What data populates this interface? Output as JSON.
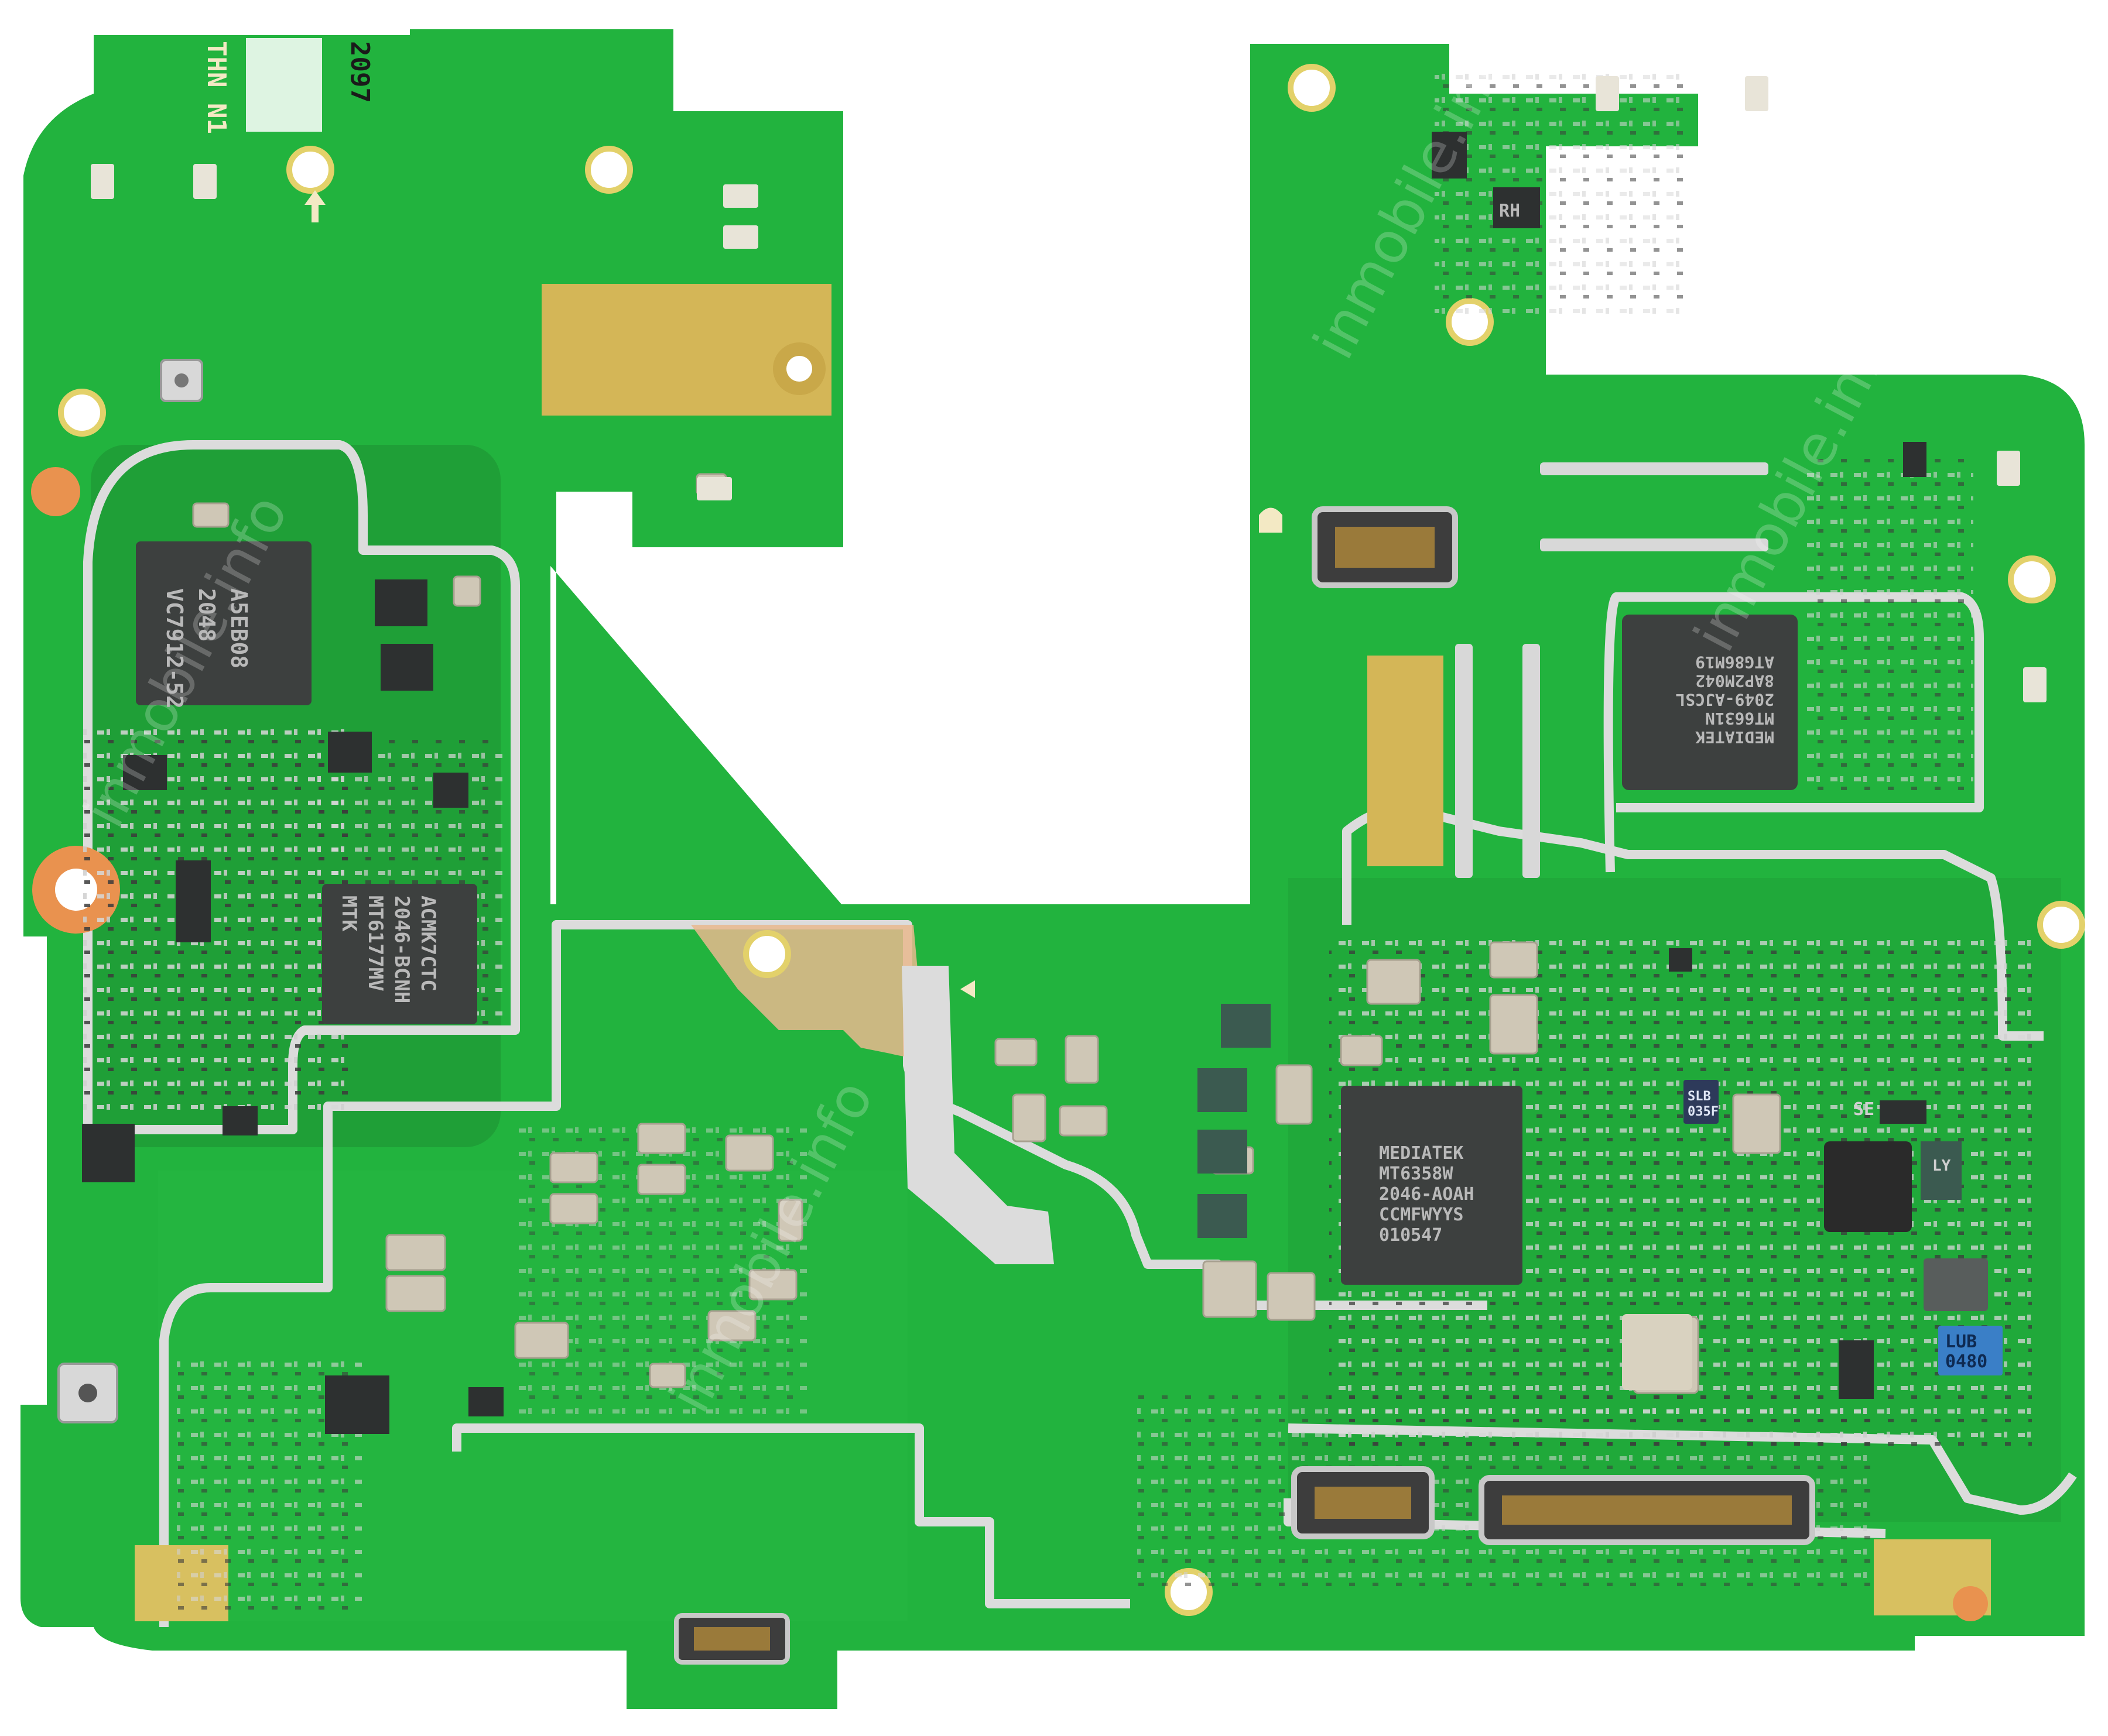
{
  "image": {
    "subject": "pcb-mainboard",
    "colors": {
      "board": "#22b33e",
      "board_dark": "#1d9a35",
      "trace": "#2fc84e",
      "silver": "#e2e2e2",
      "chip": "#3c3f3f",
      "gold": "#d4b657",
      "copper": "#e9924f"
    }
  },
  "labels": {
    "watermark": "inmobile.info",
    "silk_code": "2097",
    "silk_id": "THN N1",
    "chip_vc": [
      "VC7912-52",
      "2048",
      "A5EB08"
    ],
    "chip_mtk_rf": [
      "MTK",
      "MT6177MV",
      "2046-BCNH",
      "ACMK7CTC"
    ],
    "chip_pmic": [
      "MEDIATEK",
      "MT6358W",
      "2046-AOAH",
      "CCMFWYYS",
      "010547"
    ],
    "chip_wifi": [
      "MEDIATEK",
      "MT6631N",
      "2049-AJCSL",
      "8AP2M042",
      "ATG86M19"
    ],
    "small_slb": [
      "SLB",
      "035F"
    ],
    "small_lub": [
      "LUB",
      "0480"
    ],
    "small_rh": "RH",
    "small_se": "SE",
    "small_ly": "LY"
  }
}
